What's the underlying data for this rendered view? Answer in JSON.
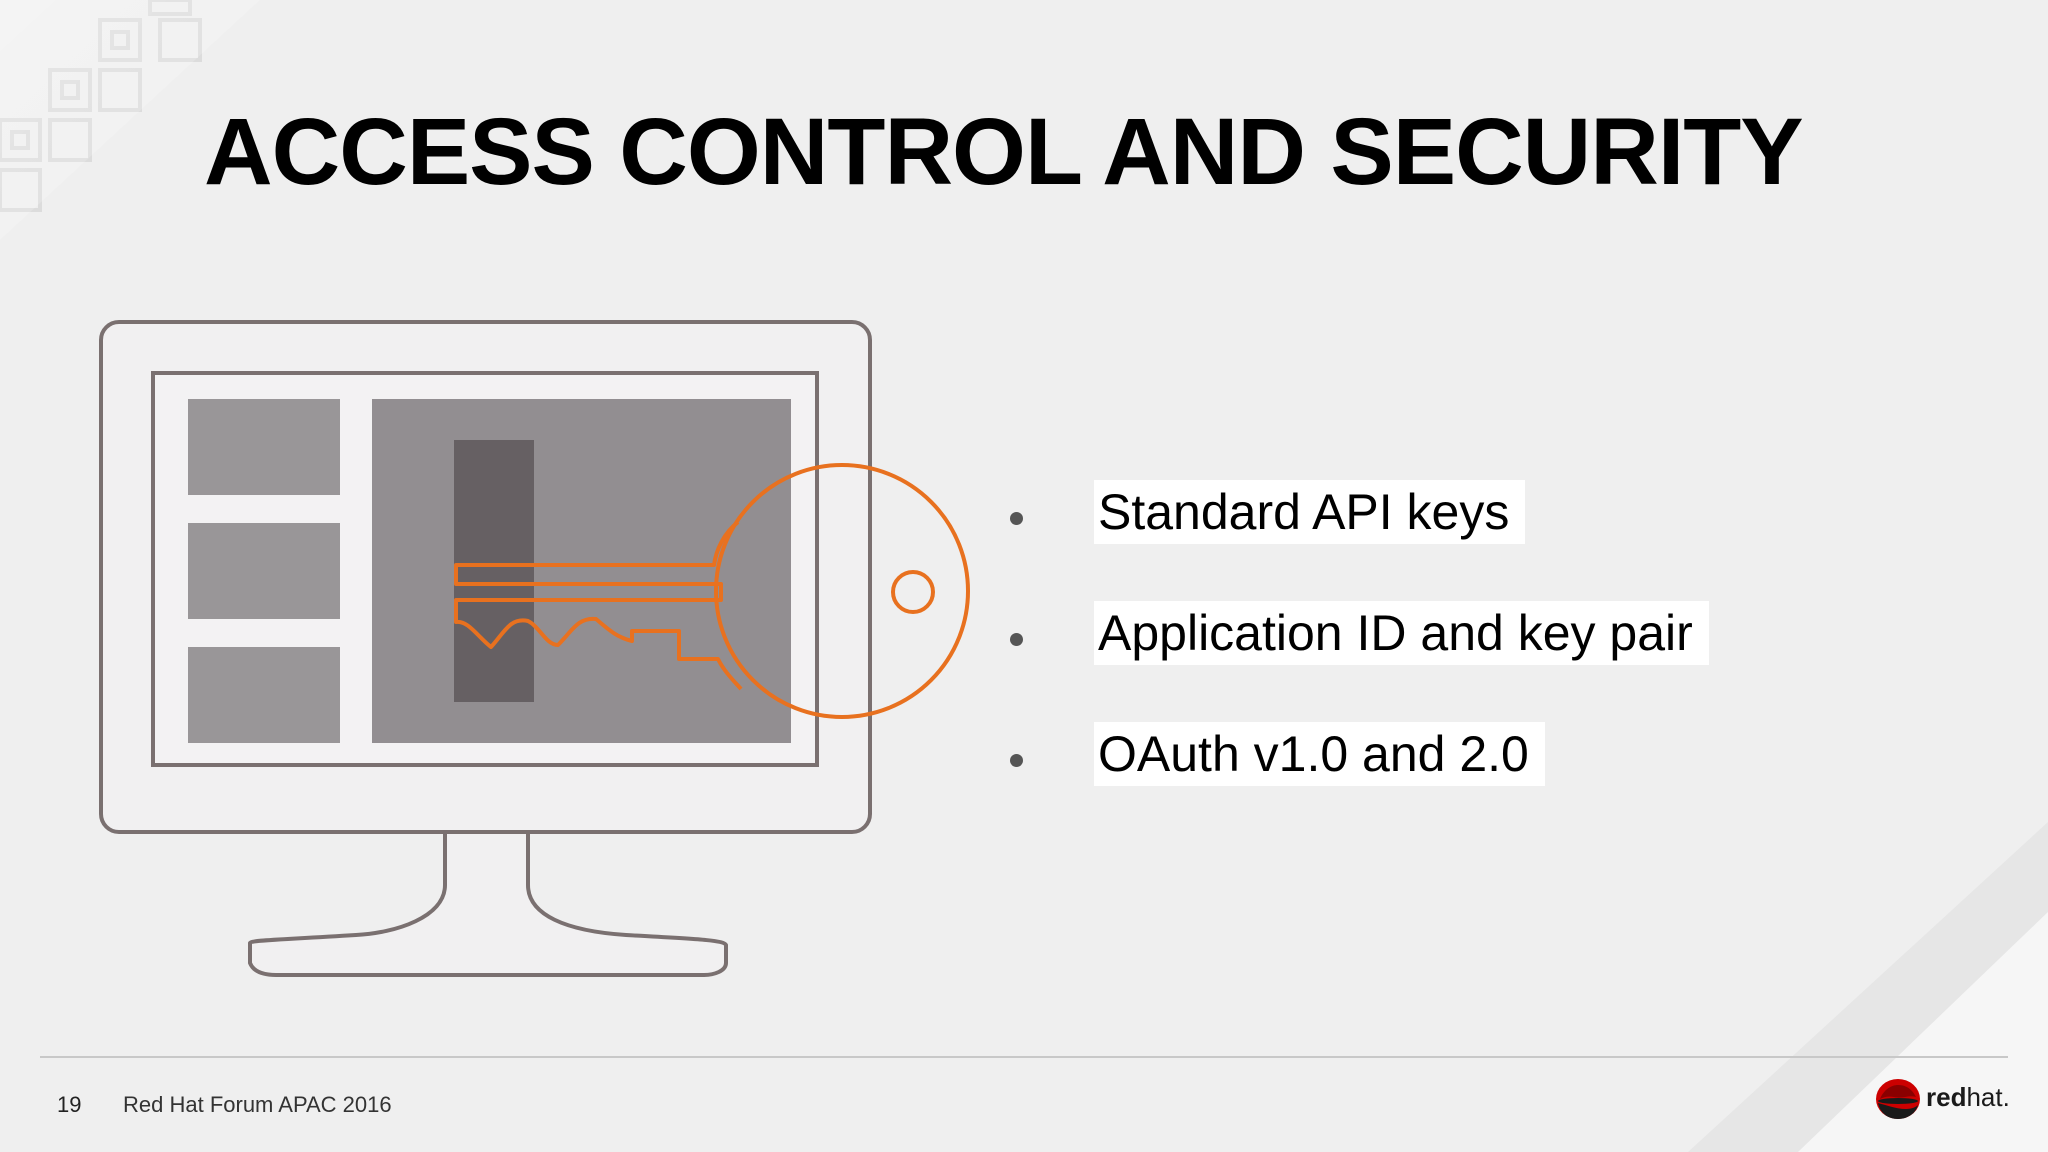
{
  "slide": {
    "title": "ACCESS CONTROL AND SECURITY",
    "bullets": [
      "Standard API keys",
      "Application ID and key pair",
      "OAuth v1.0 and 2.0"
    ]
  },
  "footer": {
    "page_number": "19",
    "event": "Red Hat Forum APAC 2016"
  },
  "logo": {
    "text": "redhat."
  },
  "colors": {
    "accent": "#e8711f",
    "brand_red": "#cc0000",
    "monitor_outline": "#7a7070",
    "screen_fill": "#928e91",
    "panel_fill": "#999698"
  }
}
